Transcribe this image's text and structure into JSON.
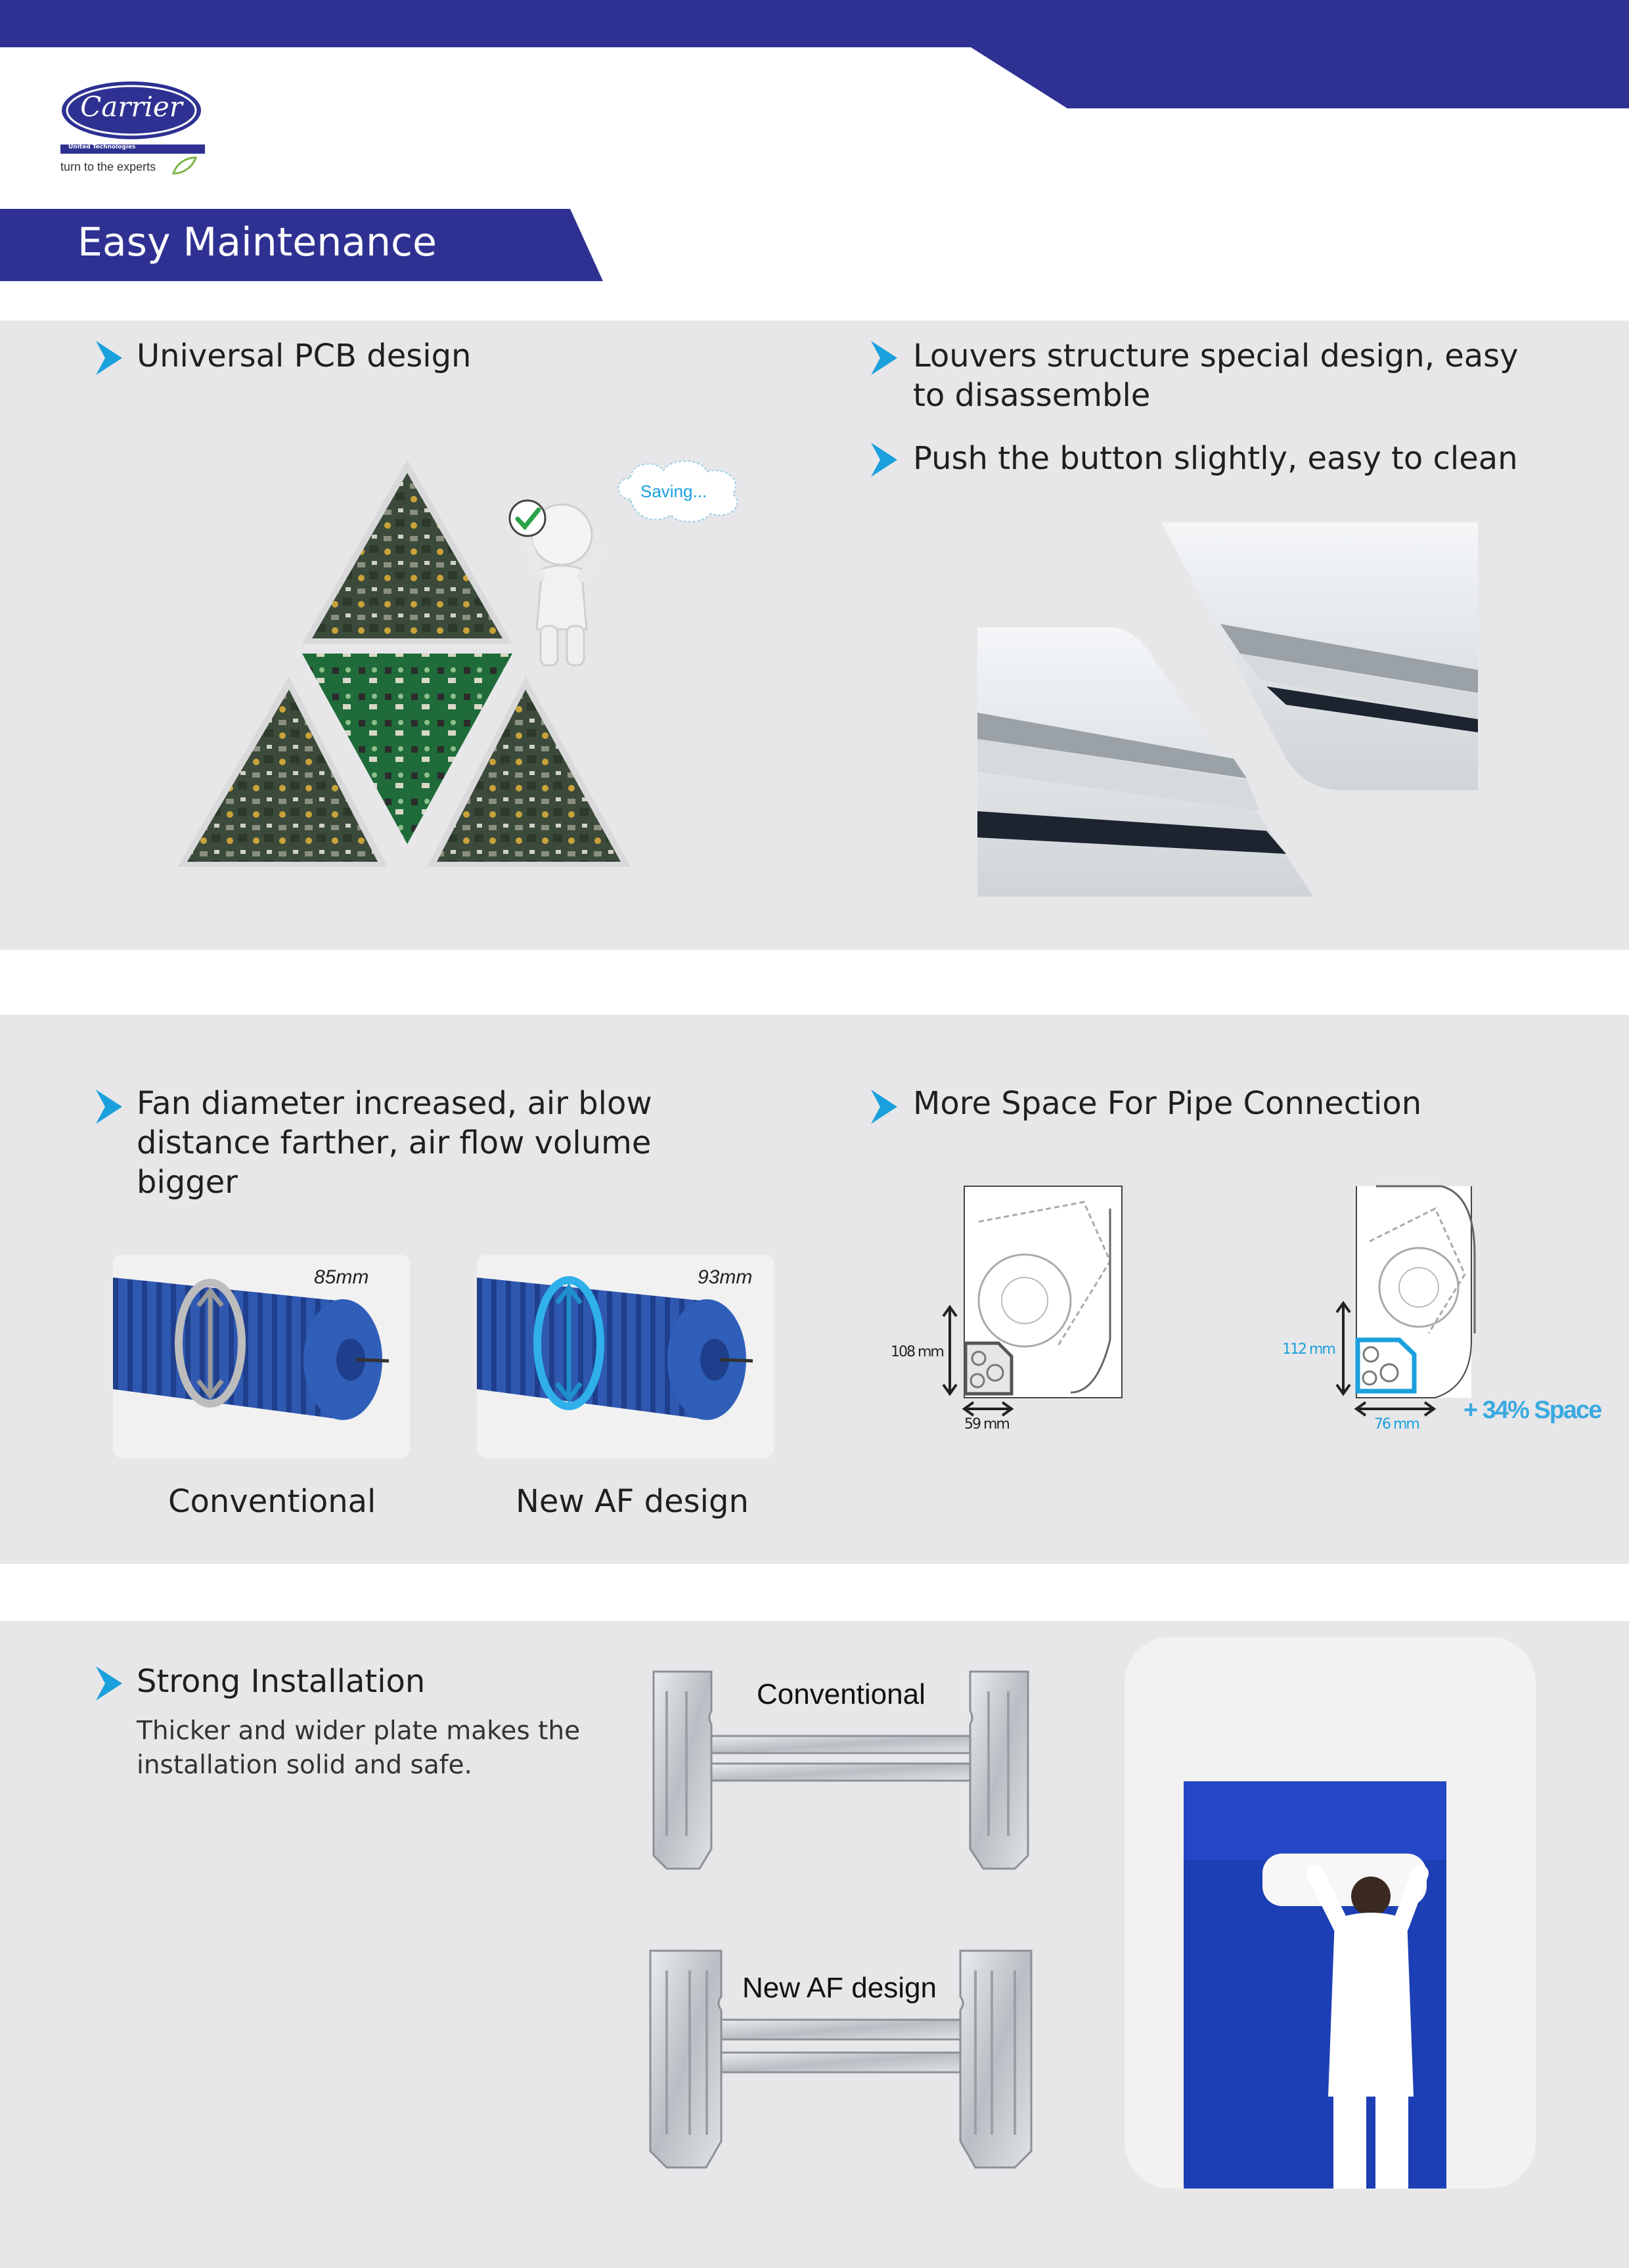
{
  "brand": {
    "logo_text": "Carrier",
    "sub_brand": "United Technologies",
    "tagline": "turn to the experts",
    "color_primary": "#2e3192",
    "color_accent": "#1aa0dc"
  },
  "banner": {
    "title": "Easy Maintenance"
  },
  "section1": {
    "left_title": "Universal PCB design",
    "bubble_text": "Saving...",
    "right_title_1": "Louvers structure special design, easy to disassemble",
    "right_title_2": "Push the button slightly, easy to clean"
  },
  "section2": {
    "left_title": "Fan diameter increased, air blow distance farther, air flow volume bigger",
    "fan_conventional_size": "85mm",
    "fan_new_size": "93mm",
    "caption_conventional": "Conventional",
    "caption_new": "New AF design",
    "right_title": "More Space For Pipe Connection",
    "conv_height": "108 mm",
    "conv_width": "59 mm",
    "new_height": "112 mm",
    "new_width": "76 mm",
    "space_gain": "+ 34% Space"
  },
  "section3": {
    "title": "Strong Installation",
    "description": "Thicker and wider plate makes the installation solid and safe.",
    "plate_conventional": "Conventional",
    "plate_new": "New AF design"
  }
}
